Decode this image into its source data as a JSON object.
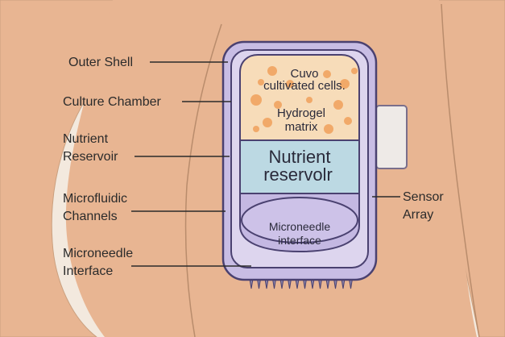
{
  "colors": {
    "background": "#f3e9de",
    "skin": "#e8b592",
    "shell_fill": "#c8bde4",
    "shell_stroke": "#4a4170",
    "culture_fill": "#f7dcb9",
    "cells": "#f0a05a",
    "reservoir_fill": "#bcd9e3",
    "sensor_fill": "#eeeae7"
  },
  "labels": {
    "outer_shell": "Outer Shell",
    "culture_chamber": "Culture Chamber",
    "nutrient_reservoir": [
      "Nutrient",
      "Reservoir"
    ],
    "microfluidic_channels": [
      "Microfluidic",
      "Channels"
    ],
    "microneedle_interface": [
      "Microneedle",
      "Interface"
    ],
    "sensor_array": [
      "Sensor",
      "Array"
    ]
  },
  "device_text": {
    "cells": [
      "Cuvo",
      "cultivated cells."
    ],
    "hydrogel": [
      "Hydrogel",
      "matrix"
    ],
    "reservoir": [
      "Nutrient",
      "reservolr"
    ],
    "microneedle": [
      "Microneedle",
      "interface"
    ]
  }
}
